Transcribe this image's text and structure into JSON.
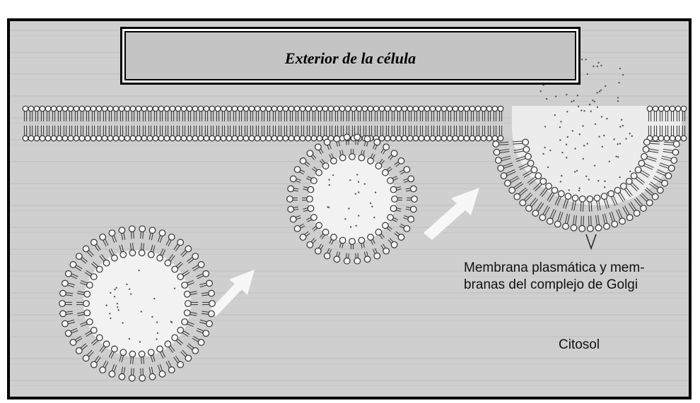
{
  "title": "Exterior de  la célula",
  "labels": {
    "membranes_line1": "Membrana plasmática y mem-",
    "membranes_line2": "branas del complejo de Golgi",
    "cytosol": "Citosol"
  },
  "colors": {
    "background": "#cfcfcf",
    "lipid_head_fill": "#f4f4f4",
    "lipid_outline": "#333333",
    "interior": "#f2f2f2",
    "arrow": "#f7f7f7"
  },
  "icons": [
    "phospholipid-head-icon",
    "movement-arrow-icon"
  ]
}
